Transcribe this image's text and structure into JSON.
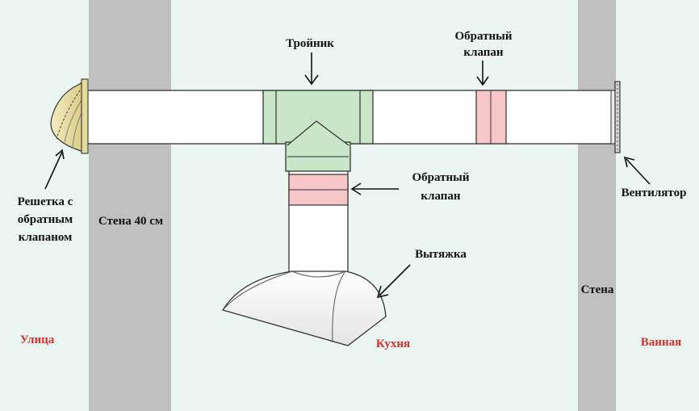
{
  "labels": {
    "tee": "Тройник",
    "check_valve_top_l1": "Обратный",
    "check_valve_top_l2": "клапан",
    "check_valve_mid_l1": "Обратный",
    "check_valve_mid_l2": "клапан",
    "grille_l1": "Решетка с",
    "grille_l2": "обратным",
    "grille_l3": "клапаном",
    "wall_40": "Стена 40 см",
    "hood": "Вытяжка",
    "fan": "Вентилятор",
    "wall": "Стена"
  },
  "rooms": {
    "street": "Улица",
    "kitchen": "Кухня",
    "bathroom": "Ванная"
  },
  "colors": {
    "background": "#ebf6f3",
    "wall": "#c0c0c0",
    "duct": "#ffffff",
    "tee": "#c9e6c8",
    "valve": "#f6c6c9",
    "grille": "#ede3a6",
    "room_label": "#d9302b"
  }
}
